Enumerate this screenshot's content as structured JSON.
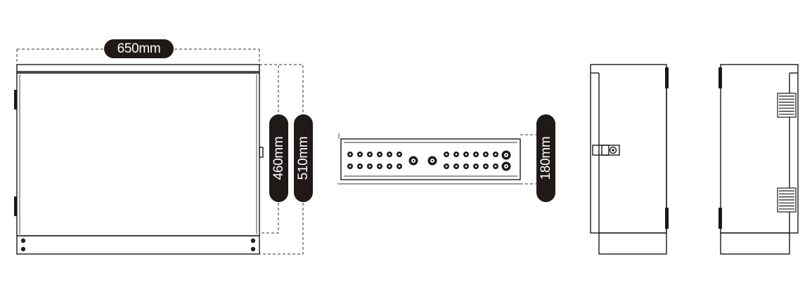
{
  "dimensions": {
    "width_label": "650mm",
    "height_inner_label": "460mm",
    "height_outer_label": "510mm",
    "depth_label": "180mm"
  },
  "views": [
    "front-view",
    "bottom-view",
    "side-view-latch",
    "side-view-hinge"
  ],
  "colors": {
    "line": "#1a1a1a",
    "label_background": "#1f1a18",
    "label_text": "#ffffff"
  }
}
